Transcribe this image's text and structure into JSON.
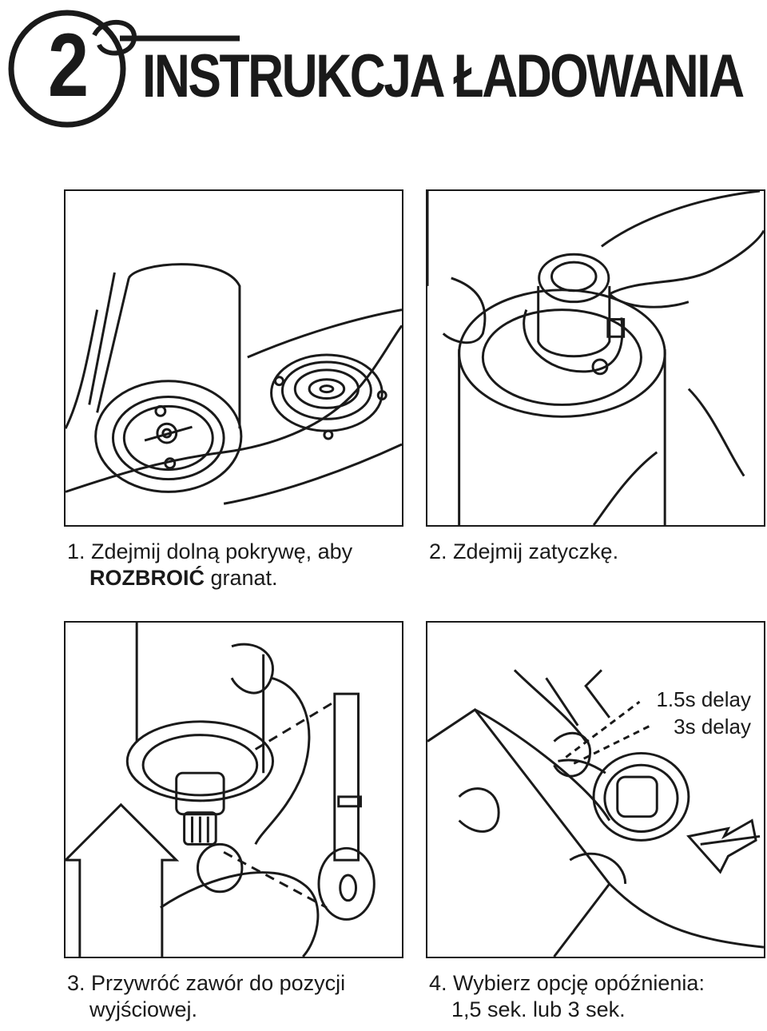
{
  "header": {
    "step_number": "2",
    "title": "INSTRUKCJA ŁADOWANIA"
  },
  "steps": [
    {
      "line1": "1. Zdejmij dolną pokrywę, aby",
      "line2_bold": "ROZBROIĆ",
      "line2_rest": " granat."
    },
    {
      "line1": "2. Zdejmij zatyczkę."
    },
    {
      "line1": "3. Przywróć zawór do pozycji",
      "line2": "wyjściowej."
    },
    {
      "line1": "4. Wybierz opcję opóźnienia:",
      "line2": "1,5 sek. lub 3 sek."
    }
  ],
  "delay_labels": [
    "1.5s delay",
    "3s delay"
  ]
}
